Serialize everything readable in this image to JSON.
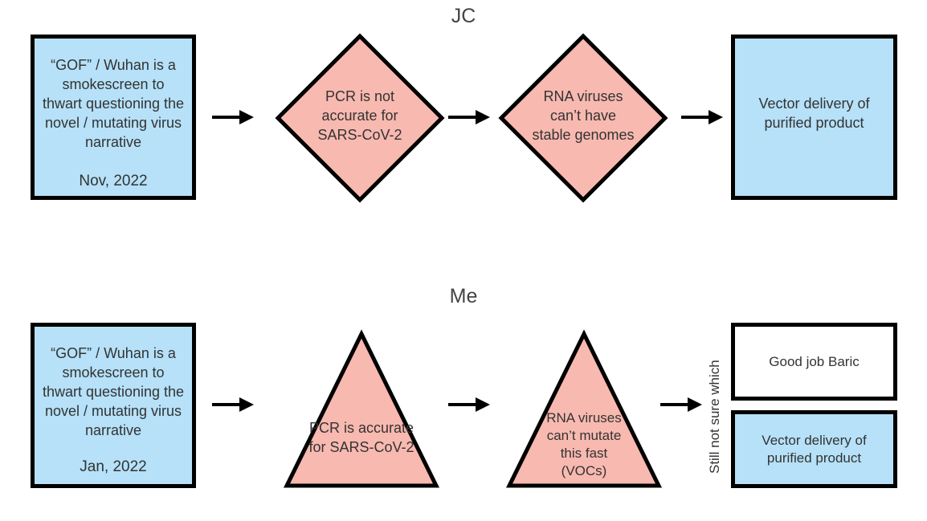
{
  "rows": [
    {
      "title": "JC",
      "box1": {
        "text": "“GOF” / Wuhan is a smokescreen to thwart questioning the novel / mutating virus narrative",
        "date": "Nov, 2022"
      },
      "shape1": {
        "text": "PCR is not accurate for SARS-CoV-2"
      },
      "shape2": {
        "text": "RNA viruses can’t have stable genomes"
      },
      "box2": {
        "text": "Vector delivery of purified product"
      }
    },
    {
      "title": "Me",
      "box1": {
        "text": "“GOF” / Wuhan is a smokescreen to thwart questioning the novel / mutating virus narrative",
        "date": "Jan, 2022"
      },
      "shape1": {
        "text": "PCR is accurate for SARS-CoV-2"
      },
      "shape2": {
        "text": "RNA viruses can’t mutate this fast (VOCs)"
      },
      "side_label": "Still not sure which",
      "option1": {
        "text": "Good job Baric"
      },
      "option2": {
        "text": "Vector delivery of purified product"
      }
    }
  ],
  "colors": {
    "blue_fill": "#b6e1f8",
    "pink_fill": "#f8b9b0",
    "border": "#000000"
  }
}
